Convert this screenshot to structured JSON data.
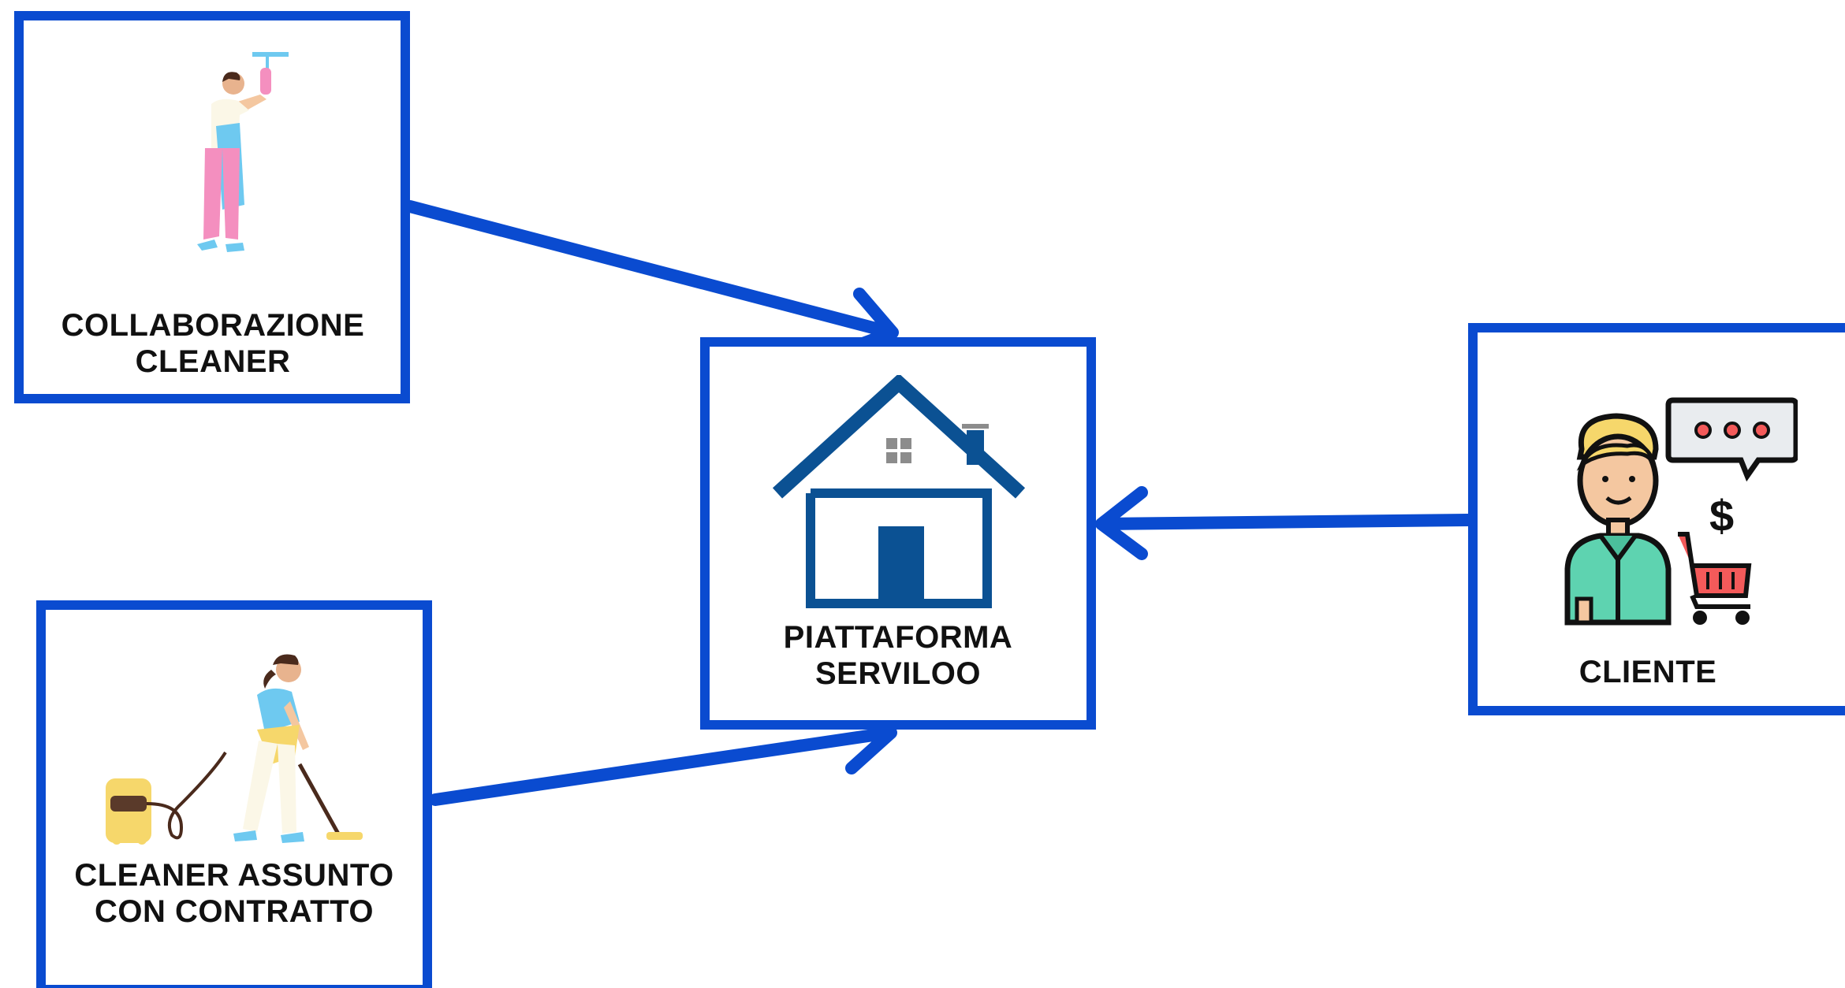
{
  "nodes": {
    "collaborazione": {
      "line1": "COLLABORAZIONE",
      "line2": "CLEANER",
      "icon": "window-cleaner-icon"
    },
    "assunto": {
      "line1": "CLEANER ASSUNTO",
      "line2": "CON CONTRATTO",
      "icon": "vacuum-cleaner-person-icon"
    },
    "piattaforma": {
      "line1": "PIATTAFORMA",
      "line2": "SERVILOO",
      "icon": "house-icon"
    },
    "cliente": {
      "line1": "CLIENTE",
      "icon": "customer-shopping-icon"
    }
  },
  "edges": [
    {
      "from": "collaborazione",
      "to": "piattaforma"
    },
    {
      "from": "assunto",
      "to": "piattaforma"
    },
    {
      "from": "cliente",
      "to": "piattaforma"
    }
  ],
  "colors": {
    "border": "#0a4bd0",
    "arrow": "#0a4bd0",
    "house": "#0b5193",
    "text": "#111111"
  }
}
